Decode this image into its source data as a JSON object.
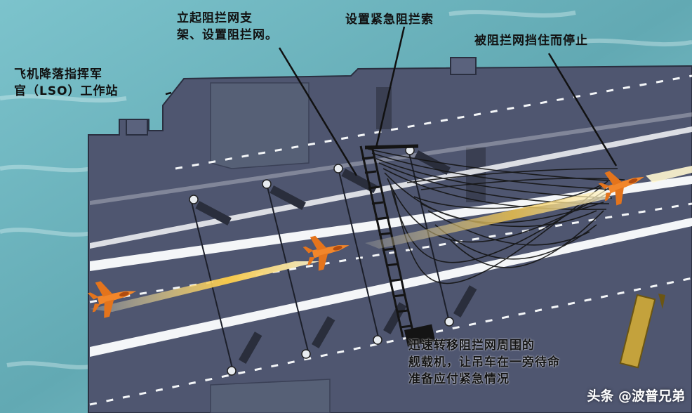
{
  "labels": {
    "lso_line1": "飞机降落指挥军",
    "lso_line2": "官（LSO）工作站",
    "raise_net_line1": "立起阻拦网支",
    "raise_net_line2": "架、设置阻拦网。",
    "emergency_cable": "设置紧急阻拦索",
    "stopped_by_net": "被阻拦网挡住而停止",
    "move_aircraft_line1": "迅速转移阻拦网周围的",
    "move_aircraft_line2": "舰载机，让吊车在一旁待命",
    "move_aircraft_line3": "准备应付紧急情况"
  },
  "watermark": "头条 @波普兄弟",
  "colors": {
    "sea": "#6fb7c1",
    "deck": "#4f5670",
    "stripe": "#f4f6f8",
    "aircraft": "#f2862a",
    "exhaust": "#f6c84a",
    "net": "#141414"
  }
}
